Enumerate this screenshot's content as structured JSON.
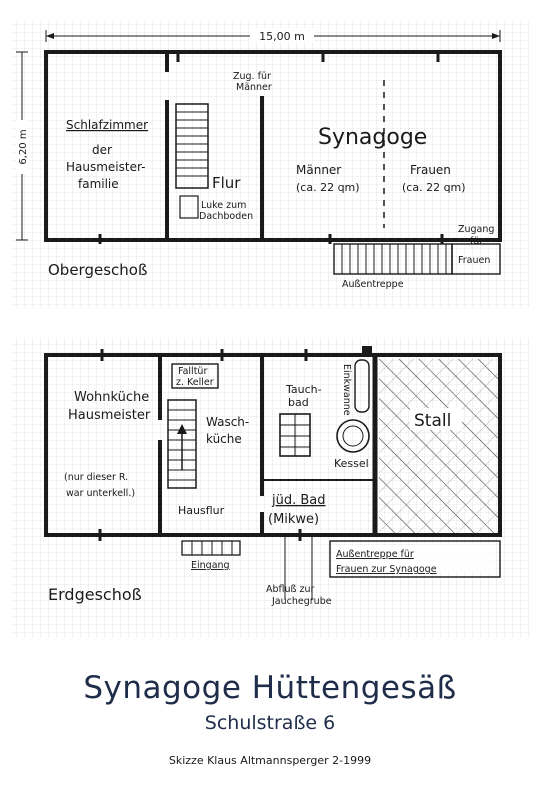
{
  "dimensions": {
    "width": "15,00 m",
    "height": "6,20 m"
  },
  "upper_floor": {
    "label": "Obergeschoß",
    "bedroom": {
      "line1": "Schlafzimmer",
      "line2": "der",
      "line3": "Hausmeister-",
      "line4": "familie"
    },
    "hall": "Flur",
    "hatch": {
      "line1": "Luke zum",
      "line2": "Dachboden"
    },
    "men_entrance": {
      "line1": "Zug. für",
      "line2": "Männer"
    },
    "synagogue": "Synagoge",
    "men": {
      "label": "Männer",
      "area": "(ca. 22 qm)"
    },
    "women": {
      "label": "Frauen",
      "area": "(ca. 22 qm)"
    },
    "women_entrance": {
      "line1": "Zugang",
      "line2": "für",
      "line3": "Frauen"
    },
    "outer_stair": "Außentreppe"
  },
  "ground_floor": {
    "label": "Erdgeschoß",
    "kitchen": {
      "line1": "Wohnküche",
      "line2": "Hausmeister"
    },
    "cellar_note": {
      "line1": "(nur dieser R.",
      "line2": "war unterkell.)"
    },
    "trapdoor": {
      "line1": "Falltür",
      "line2": "z. Keller"
    },
    "laundry": {
      "line1": "Wasch-",
      "line2": "küche"
    },
    "entry_hall": "Hausflur",
    "bath_room": {
      "line1": "Tauch-",
      "line2": "bad"
    },
    "tub": "Einkwanne",
    "boiler": "Kessel",
    "mikveh": {
      "line1": "jüd. Bad",
      "line2": "(Mikwe)"
    },
    "stable": "Stall",
    "entrance": "Eingang",
    "women_stair": {
      "line1": "Außentreppe für",
      "line2": "Frauen zur Synagoge"
    },
    "drain": {
      "line1": "Abfluß zur",
      "line2": "Jauchegrube"
    }
  },
  "title": "Synagoge Hüttengesäß",
  "subtitle": "Schulstraße 6",
  "credit": "Skizze Klaus Altmannsperger  2-1999"
}
